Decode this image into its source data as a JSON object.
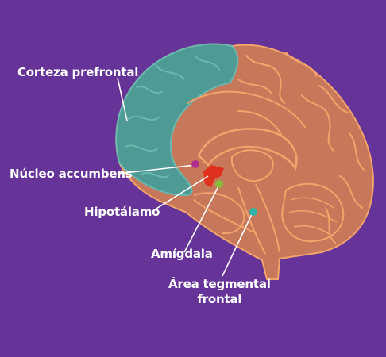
{
  "colors": {
    "background": "#663399",
    "cortex": "#C8785A",
    "cortex_outline": "#F2A46A",
    "prefrontal": "#4E9A94",
    "prefrontal_outline": "#6BB8B0",
    "nucleus_accumbens": "#B0308E",
    "hypothalamus": "#E0301E",
    "amygdala": "#86BE3C",
    "vta": "#2FB5A5",
    "leader_line": "#FFFFFF"
  },
  "labels": {
    "prefrontal": "Corteza prefrontal",
    "nucleus_accumbens": "Núcleo accumbens",
    "hypothalamus": "Hipotálamo",
    "amygdala": "Amígdala",
    "vta_line1": "Área tegmental",
    "vta_line2": "frontal"
  }
}
